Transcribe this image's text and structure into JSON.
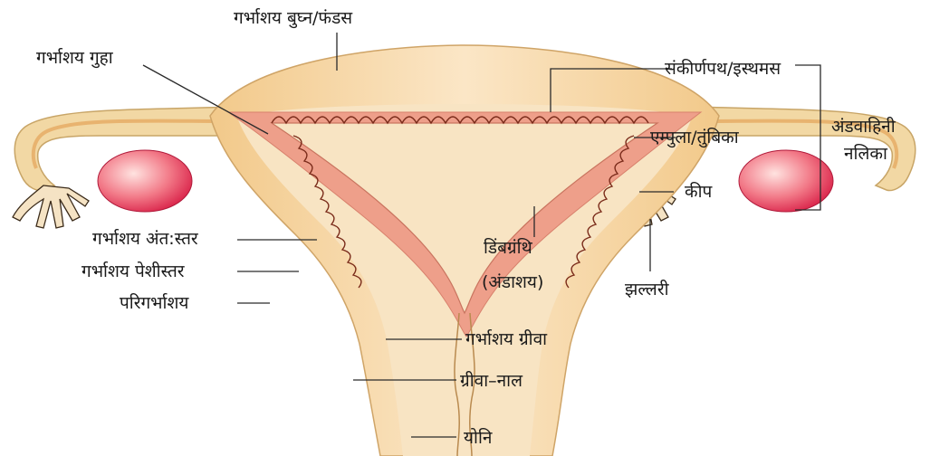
{
  "labels": {
    "fundus": "गर्भाशय बुघ्न/फंडस",
    "cavity": "गर्भाशय गुहा",
    "isthmus": "संकीर्णपथ/इस्थमस",
    "ampulla": "एम्पुला/तुंबिका",
    "infundibulum": "कीप",
    "oviduct_line1": "अंडवाहिनी",
    "oviduct_line2": "नलिका",
    "ovary_line1": "डिंबग्रंथि",
    "ovary_line2": "(अंडाशय)",
    "fimbriae": "झल्लरी",
    "endometrium": "गर्भाशय अंत:स्तर",
    "myometrium": "गर्भाशय पेशीस्तर",
    "perimetrium": "परिगर्भाशय",
    "cervix": "गर्भाशय ग्रीवा",
    "cervical_canal": "ग्रीवा–नाल",
    "vagina": "योनि"
  },
  "colors": {
    "outer_wall": "#f5d39c",
    "inner_wall": "#f8e4c3",
    "endometrium": "#ee9f8a",
    "ovary": "#e3395a",
    "tube": "#f2d8a4"
  }
}
